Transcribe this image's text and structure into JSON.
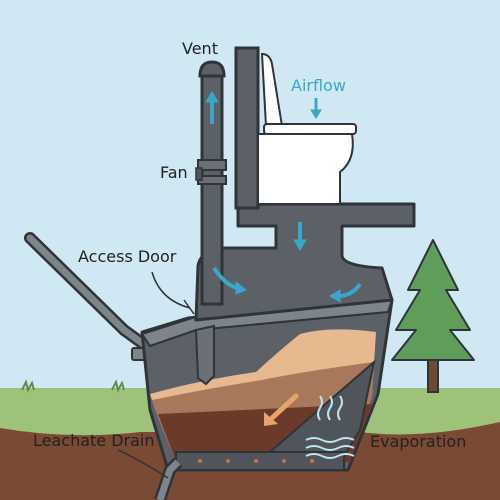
{
  "labels": {
    "vent": "Vent",
    "fan": "Fan",
    "airflow": "Airflow",
    "access_door": "Access Door",
    "leachate_drain": "Leachate Drain",
    "evaporation": "Evaporation"
  },
  "colors": {
    "sky": "#cfe8f3",
    "grass": "#9fc27a",
    "soil": "#7a4a35",
    "structure": "#5b6166",
    "outline": "#2f3438",
    "compost_light": "#e7b98f",
    "compost_mid": "#a8785a",
    "compost_dark": "#6b3a28",
    "airflow_arrow": "#3aa6c9",
    "drain_arrow": "#e8a36a",
    "toilet": "#ffffff",
    "tree": "#5f9e5a",
    "trunk": "#6d4b33"
  },
  "icons": [
    "vent-cap-icon",
    "fan-icon",
    "toilet-icon",
    "tree-icon",
    "evaporation-icon"
  ]
}
